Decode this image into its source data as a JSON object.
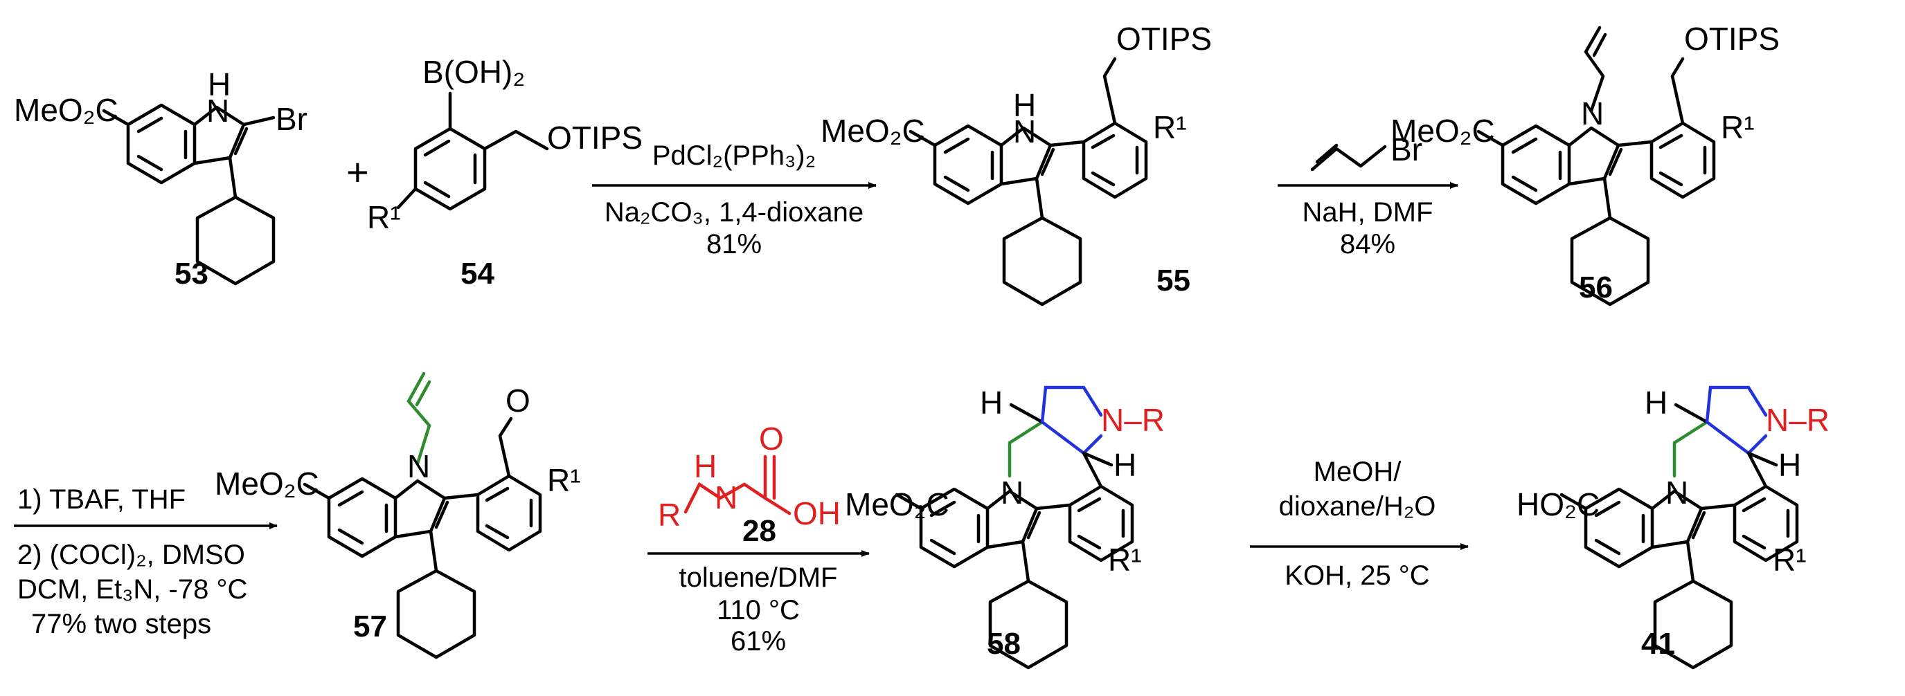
{
  "reagents": {
    "step1_top": "PdCl₂(PPh₃)₂",
    "step1_bottom": "Na₂CO₃, 1,4-dioxane",
    "step1_yield": "81%",
    "step2_reagent": "Br",
    "step2_bottom": "NaH, DMF",
    "step2_yield": "84%",
    "step3_line1": "1) TBAF, THF",
    "step3_line2": "2) (COCl)₂, DMSO",
    "step3_line3": "DCM, Et₃N, -78 °C",
    "step3_line4": "77% two steps",
    "step4_bottom1": "toluene/DMF",
    "step4_bottom2": "110 °C",
    "step4_yield": "61%",
    "step5_top1": "MeOH/",
    "step5_top2": "dioxane/H₂O",
    "step5_bottom": "KOH, 25 °C"
  },
  "compounds": {
    "c53": "53",
    "c54": "54",
    "c55": "55",
    "c56": "56",
    "c57": "57",
    "c28": "28",
    "c58": "58",
    "c41": "41"
  },
  "atoms": {
    "meo2c": "MeO₂C",
    "ho2c": "HO₂C",
    "nh_h": "H",
    "n": "N",
    "br": "Br",
    "boh2": "B(OH)₂",
    "otips": "OTIPS",
    "r1": "R¹",
    "o": "O",
    "oh": "OH",
    "r": "R",
    "n_r": "N–R",
    "h": "H",
    "plus": "+"
  },
  "colors": {
    "green": "#2e8b2e",
    "blue": "#2233dd",
    "red": "#e02020"
  }
}
